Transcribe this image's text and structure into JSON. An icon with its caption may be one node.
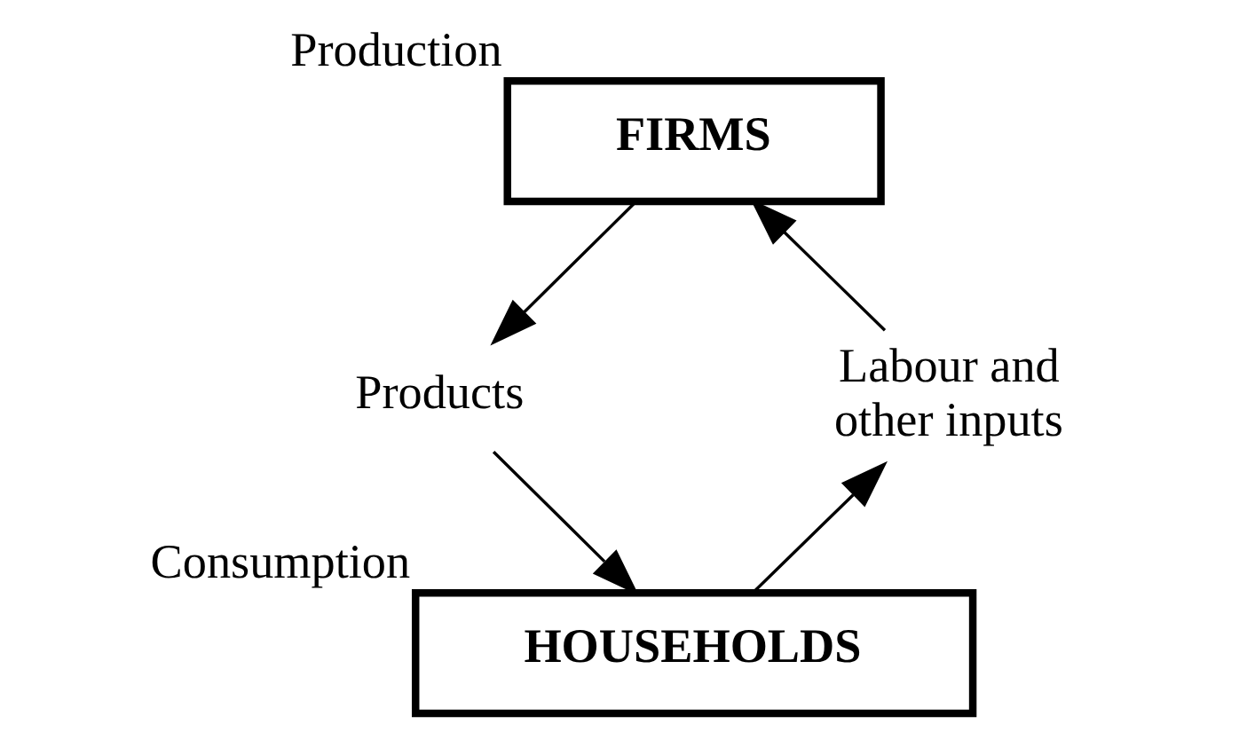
{
  "diagram": {
    "nodes": [
      {
        "text": [
          "FIRMS"
        ],
        "beside": [
          "Production"
        ]
      },
      {
        "text": [
          "Products"
        ]
      },
      {
        "text": [
          "HOUSEHOLDS"
        ],
        "beside": [
          "Consumption"
        ]
      },
      {
        "text": [
          "Labour and other inputs"
        ]
      }
    ],
    "edges": [
      {
        "from": 0,
        "to": 1,
        "arrow": "to"
      },
      {
        "from": 1,
        "to": 2,
        "arrow": "to"
      },
      {
        "from": 2,
        "to": 3,
        "arrow": "to"
      },
      {
        "from": 3,
        "to": 0,
        "arrow": "to"
      }
    ]
  }
}
